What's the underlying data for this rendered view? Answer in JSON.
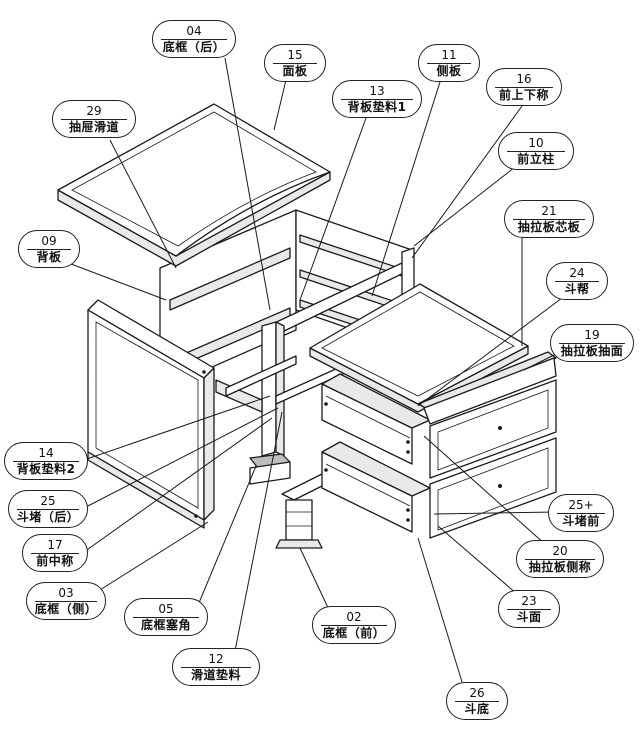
{
  "parts": [
    {
      "id": "p04",
      "num": "04",
      "name": "底框（后）"
    },
    {
      "id": "p15",
      "num": "15",
      "name": "面板"
    },
    {
      "id": "p11",
      "num": "11",
      "name": "侧板"
    },
    {
      "id": "p13",
      "num": "13",
      "name": "背板垫料1"
    },
    {
      "id": "p16",
      "num": "16",
      "name": "前上下称"
    },
    {
      "id": "p29",
      "num": "29",
      "name": "抽屉滑道"
    },
    {
      "id": "p10",
      "num": "10",
      "name": "前立柱"
    },
    {
      "id": "p21",
      "num": "21",
      "name": "抽拉板芯板"
    },
    {
      "id": "p09",
      "num": "09",
      "name": "背板"
    },
    {
      "id": "p24",
      "num": "24",
      "name": "斗帮"
    },
    {
      "id": "p19",
      "num": "19",
      "name": "抽拉板抽面"
    },
    {
      "id": "p14",
      "num": "14",
      "name": "背板垫料2"
    },
    {
      "id": "p25",
      "num": "25",
      "name": "斗堵（后）"
    },
    {
      "id": "p25b",
      "num": "25+",
      "name": "斗堵前"
    },
    {
      "id": "p17",
      "num": "17",
      "name": "前中称"
    },
    {
      "id": "p20",
      "num": "20",
      "name": "抽拉板侧称"
    },
    {
      "id": "p03",
      "num": "03",
      "name": "底框（侧）"
    },
    {
      "id": "p23",
      "num": "23",
      "name": "斗面"
    },
    {
      "id": "p05",
      "num": "05",
      "name": "底框塞角"
    },
    {
      "id": "p02",
      "num": "02",
      "name": "底框（前）"
    },
    {
      "id": "p12",
      "num": "12",
      "name": "滑道垫料"
    },
    {
      "id": "p26",
      "num": "26",
      "name": "斗底"
    }
  ]
}
